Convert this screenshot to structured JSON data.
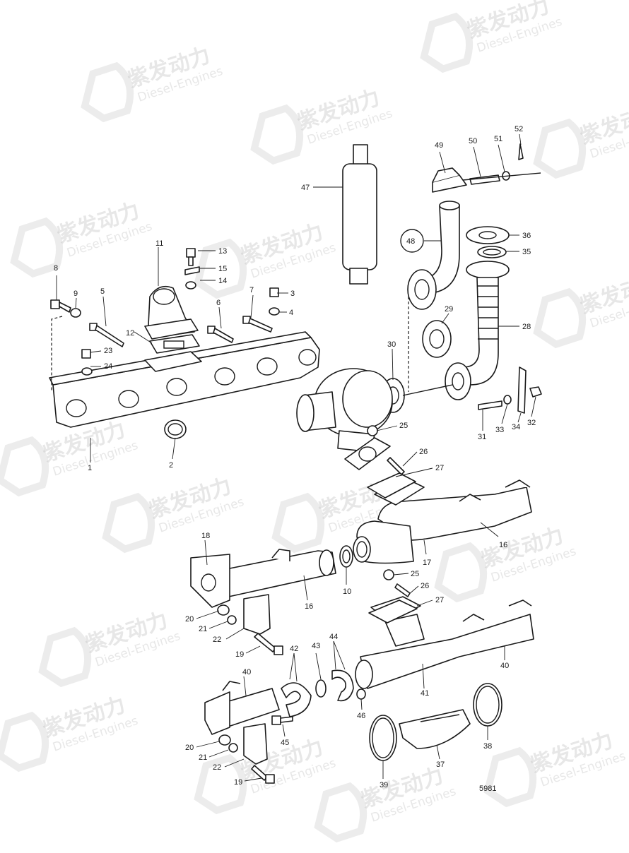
{
  "watermark": {
    "brand": "紫发动力",
    "sub": "Diesel-Engines"
  },
  "drawing_number": "5981",
  "labels": [
    "1",
    "2",
    "3",
    "4",
    "5",
    "6",
    "7",
    "8",
    "9",
    "10",
    "11",
    "12",
    "13",
    "14",
    "15",
    "16",
    "16",
    "17",
    "18",
    "19",
    "19",
    "20",
    "20",
    "21",
    "21",
    "22",
    "22",
    "23",
    "24",
    "25",
    "25",
    "26",
    "26",
    "27",
    "27",
    "28",
    "29",
    "30",
    "31",
    "32",
    "33",
    "34",
    "35",
    "36",
    "37",
    "38",
    "39",
    "40",
    "40",
    "41",
    "42",
    "43",
    "44",
    "45",
    "46",
    "47",
    "48",
    "49",
    "50",
    "51",
    "52"
  ]
}
